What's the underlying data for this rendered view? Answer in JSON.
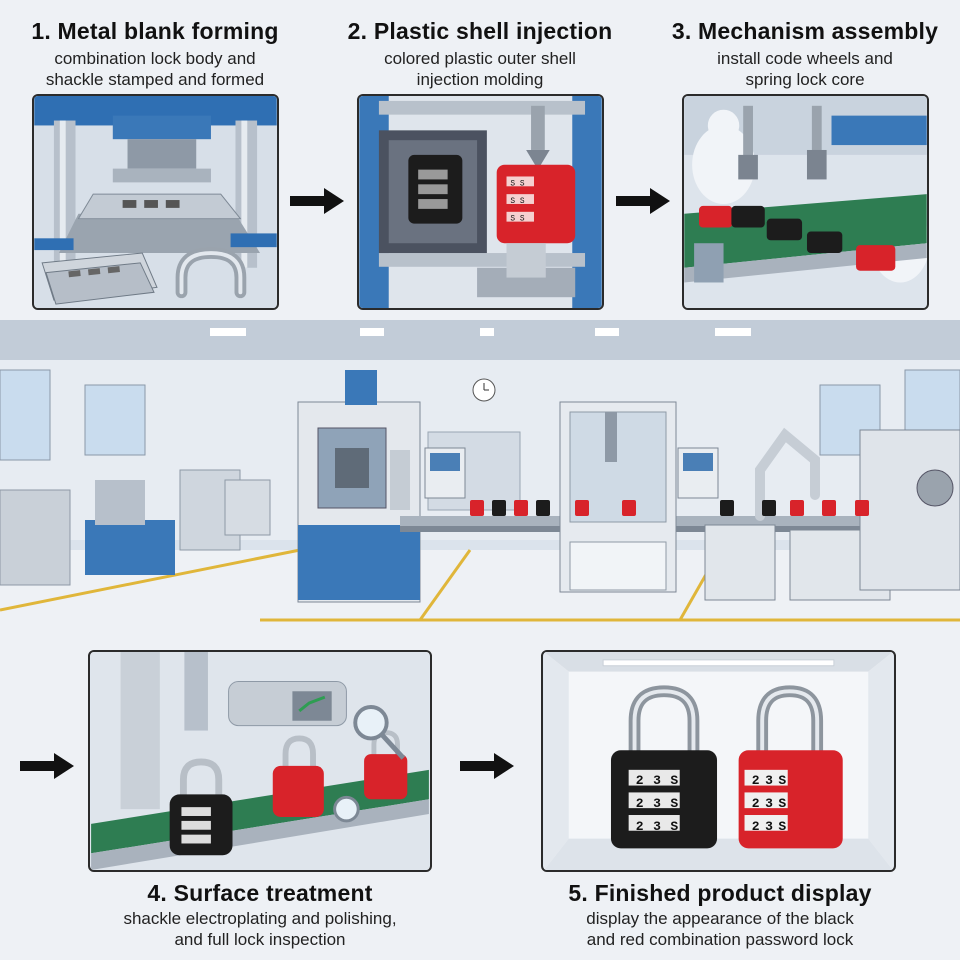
{
  "steps": [
    {
      "title": "1. Metal blank forming",
      "desc_line1": "combination lock body and",
      "desc_line2": "shackle stamped and formed"
    },
    {
      "title": "2. Plastic shell injection",
      "desc_line1": "colored plastic outer shell",
      "desc_line2": "injection molding"
    },
    {
      "title": "3. Mechanism assembly",
      "desc_line1": "install code wheels and",
      "desc_line2": "spring lock core"
    },
    {
      "title": "4. Surface treatment",
      "desc_line1": "shackle electroplating and polishing,",
      "desc_line2": "and full lock inspection"
    },
    {
      "title": "5. Finished product display",
      "desc_line1": "display the appearance of the black",
      "desc_line2": "and red combination password lock"
    }
  ],
  "lock_code": {
    "digit1": "2",
    "digit2": "3",
    "digit3": "S"
  },
  "colors": {
    "blue_machine": "#3a78b8",
    "red_lock": "#d8232a",
    "black_lock": "#1c1c1c",
    "conveyor_green": "#2e7d52",
    "floor_line": "#e0b63a"
  }
}
